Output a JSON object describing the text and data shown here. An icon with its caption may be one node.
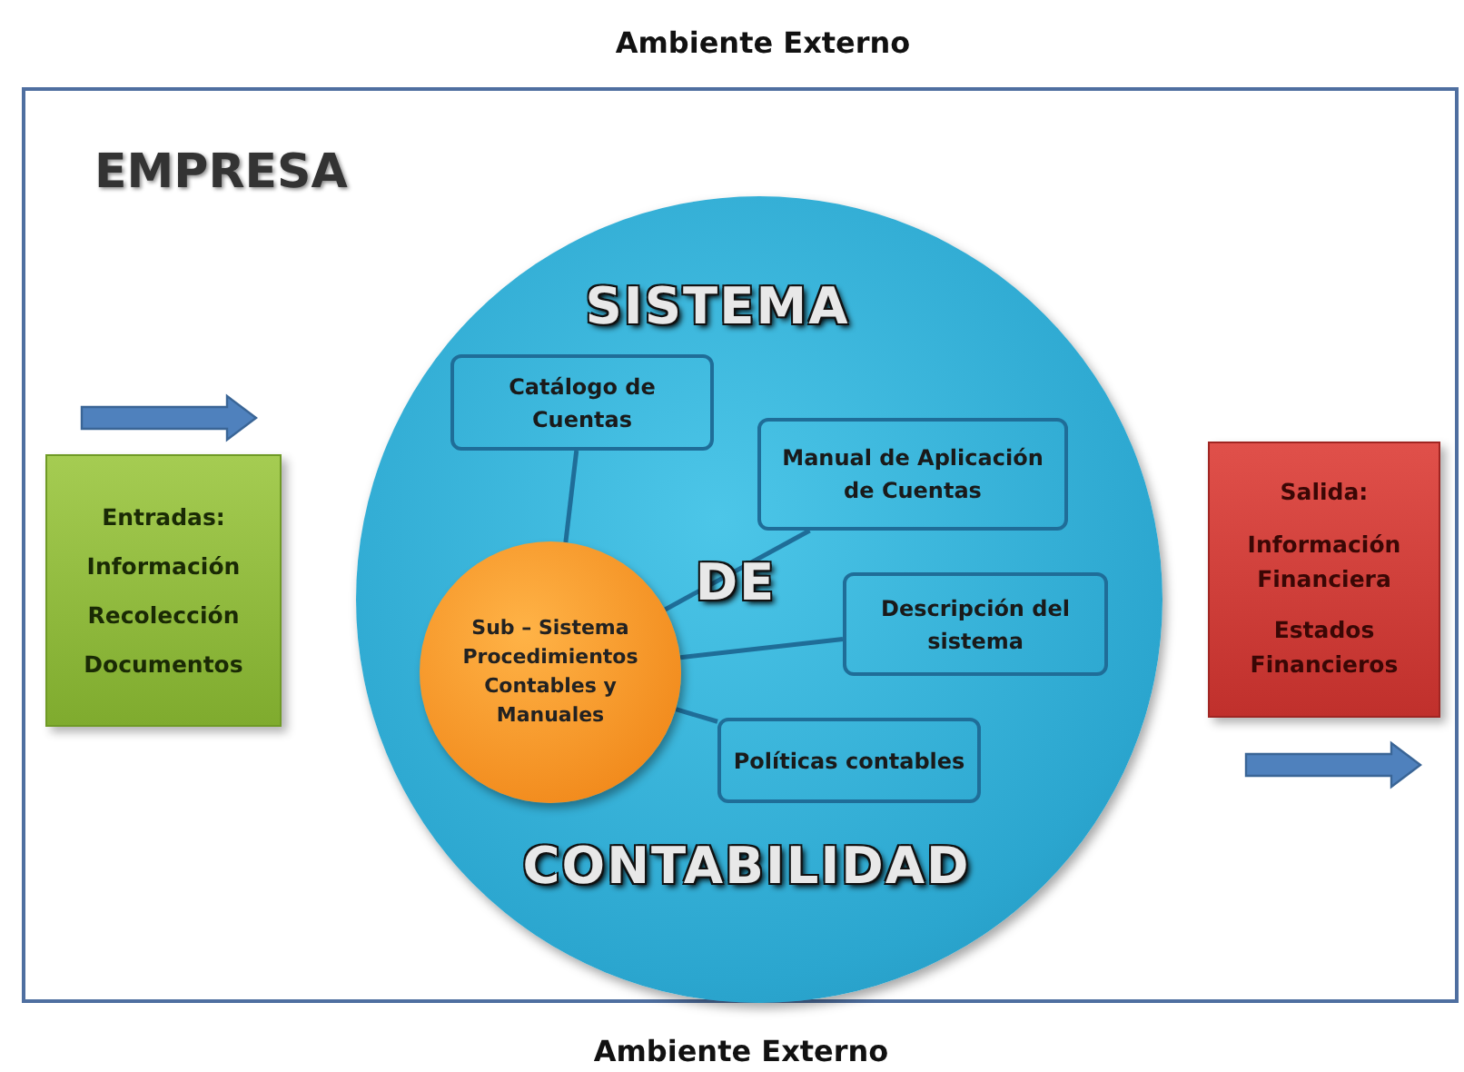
{
  "diagram": {
    "nodes": [
      {
        "text": [
          "EMPRESA"
        ]
      },
      {
        "text": [
          "SISTEMA",
          "DE",
          "CONTABILIDAD"
        ],
        "in": 0
      },
      {
        "text": [
          "Catálogo de Cuentas"
        ],
        "in": 1
      },
      {
        "text": [
          "Manual de Aplicación de Cuentas"
        ],
        "in": 1
      },
      {
        "text": [
          "Sub – Sistema Procedimientos Contables y Manuales"
        ],
        "in": 1
      },
      {
        "text": [
          "Descripción del sistema"
        ],
        "in": 1
      },
      {
        "text": [
          "Políticas contables"
        ],
        "in": 1
      },
      {
        "text": [
          "Entradas:",
          "Información",
          "Recolección",
          "Documentos"
        ],
        "in": 0
      },
      {
        "text": [
          "Salida:",
          "Información Financiera",
          "Estados Financieros"
        ],
        "in": 0
      }
    ],
    "edges": [
      {
        "from": 4,
        "to": 2,
        "arrow": "none"
      },
      {
        "from": 4,
        "to": 3,
        "arrow": "none"
      },
      {
        "from": 4,
        "to": 5,
        "arrow": "none"
      },
      {
        "from": 4,
        "to": 6,
        "arrow": "none"
      }
    ],
    "labels": [
      "Ambiente Externo",
      "Ambiente Externo"
    ]
  }
}
